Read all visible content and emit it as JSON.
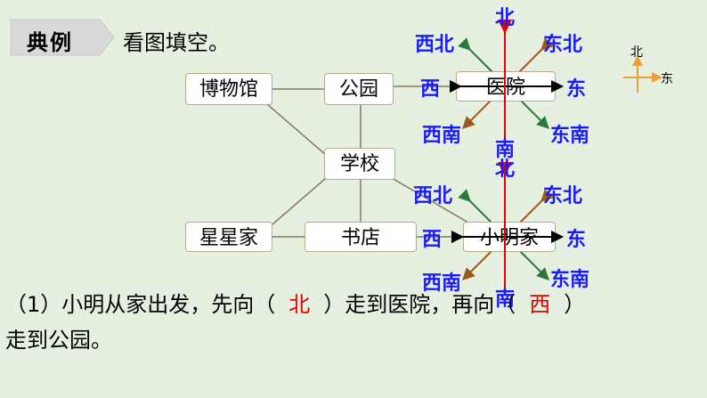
{
  "header": {
    "tag_label": "典例",
    "instruction": "看图填空。"
  },
  "map": {
    "places": {
      "museum": "博物馆",
      "park": "公园",
      "hospital": "医院",
      "school": "学校",
      "star_home": "星星家",
      "bookstore": "书店",
      "xiaoming_home": "小明家"
    }
  },
  "compass_top": {
    "north": "北",
    "south": "南",
    "east": "东",
    "west": "西",
    "northeast": "东北",
    "northwest": "西北",
    "southeast": "东南",
    "southwest": "西南"
  },
  "compass_bottom": {
    "north": "北",
    "south": "南",
    "east": "东",
    "west": "西",
    "northeast": "东北",
    "northwest": "西北",
    "southeast": "东南",
    "southwest": "西南"
  },
  "legend": {
    "north": "北",
    "east": "东"
  },
  "question": {
    "part1": "（1）小明从家出发，先向（",
    "answer1": "北",
    "part2": "）走到医院，再向（",
    "answer2": "西",
    "part3": "）",
    "line2": "走到公园。"
  },
  "colors": {
    "compass_text": "#1a1aff",
    "answer": "#e00000",
    "background": "#e6f0e0"
  }
}
